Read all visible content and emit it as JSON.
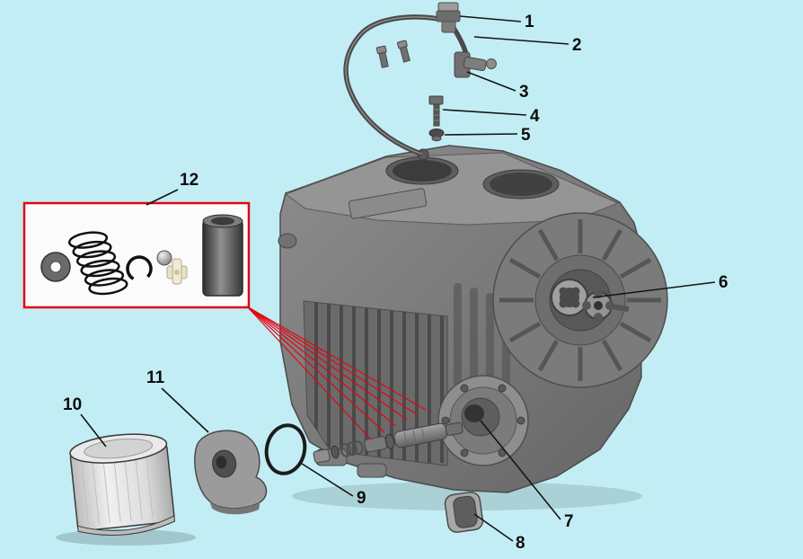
{
  "colors": {
    "background": "#c3edf4",
    "callout_line": "#141414",
    "kit_box_red": "#e30613",
    "engine_gray": "#7b7b7b",
    "kit_box_fill": "#fbfbfb"
  },
  "diagram": {
    "type": "exploded-parts-diagram",
    "subject": "engine-block-assembly",
    "callouts": [
      {
        "label": "1",
        "part": "fuel-line-top-fitting"
      },
      {
        "label": "2",
        "part": "fuel-line-pipe"
      },
      {
        "label": "3",
        "part": "elbow-fitting"
      },
      {
        "label": "4",
        "part": "bolt"
      },
      {
        "label": "5",
        "part": "flange-nut"
      },
      {
        "label": "6",
        "part": "oil-pump-rotor-set"
      },
      {
        "label": "7",
        "part": "relief-valve-plunger-assembly"
      },
      {
        "label": "8",
        "part": "bearing-half-shell"
      },
      {
        "label": "9",
        "part": "o-ring"
      },
      {
        "label": "10",
        "part": "oil-filter"
      },
      {
        "label": "11",
        "part": "oil-pump-cover"
      },
      {
        "label": "12",
        "part": "valve-repair-kit-box"
      }
    ]
  }
}
